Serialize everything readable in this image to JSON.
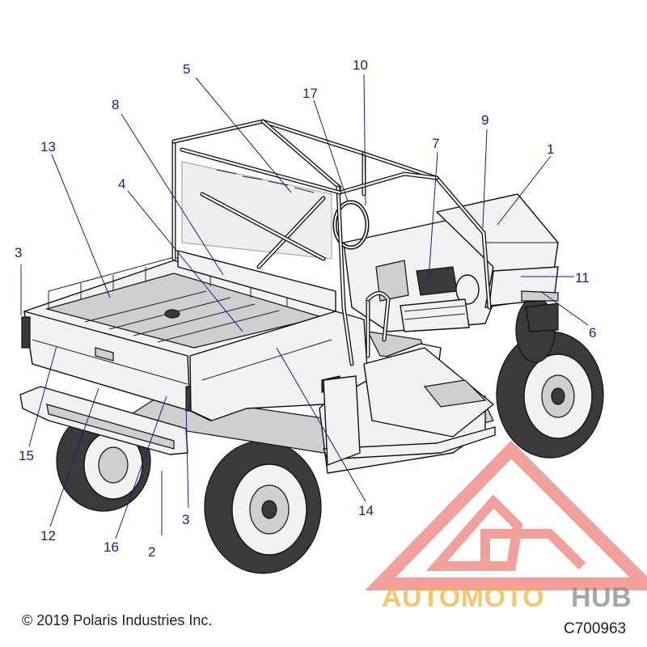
{
  "diagram": {
    "copyright": "© 2019 Polaris Industries Inc.",
    "code": "C700963",
    "callouts": [
      "1",
      "2",
      "3",
      "3",
      "4",
      "5",
      "6",
      "7",
      "8",
      "9",
      "10",
      "11",
      "12",
      "13",
      "14",
      "15",
      "16",
      "17"
    ]
  },
  "watermark": {
    "part1": "AUTOMOTO",
    "part2": "HUB",
    "color_primary": "#e8544a",
    "color_secondary": "#f2b43a",
    "color_hub": "#8a8a8a"
  },
  "colors": {
    "callout": "#1a1a9a"
  }
}
